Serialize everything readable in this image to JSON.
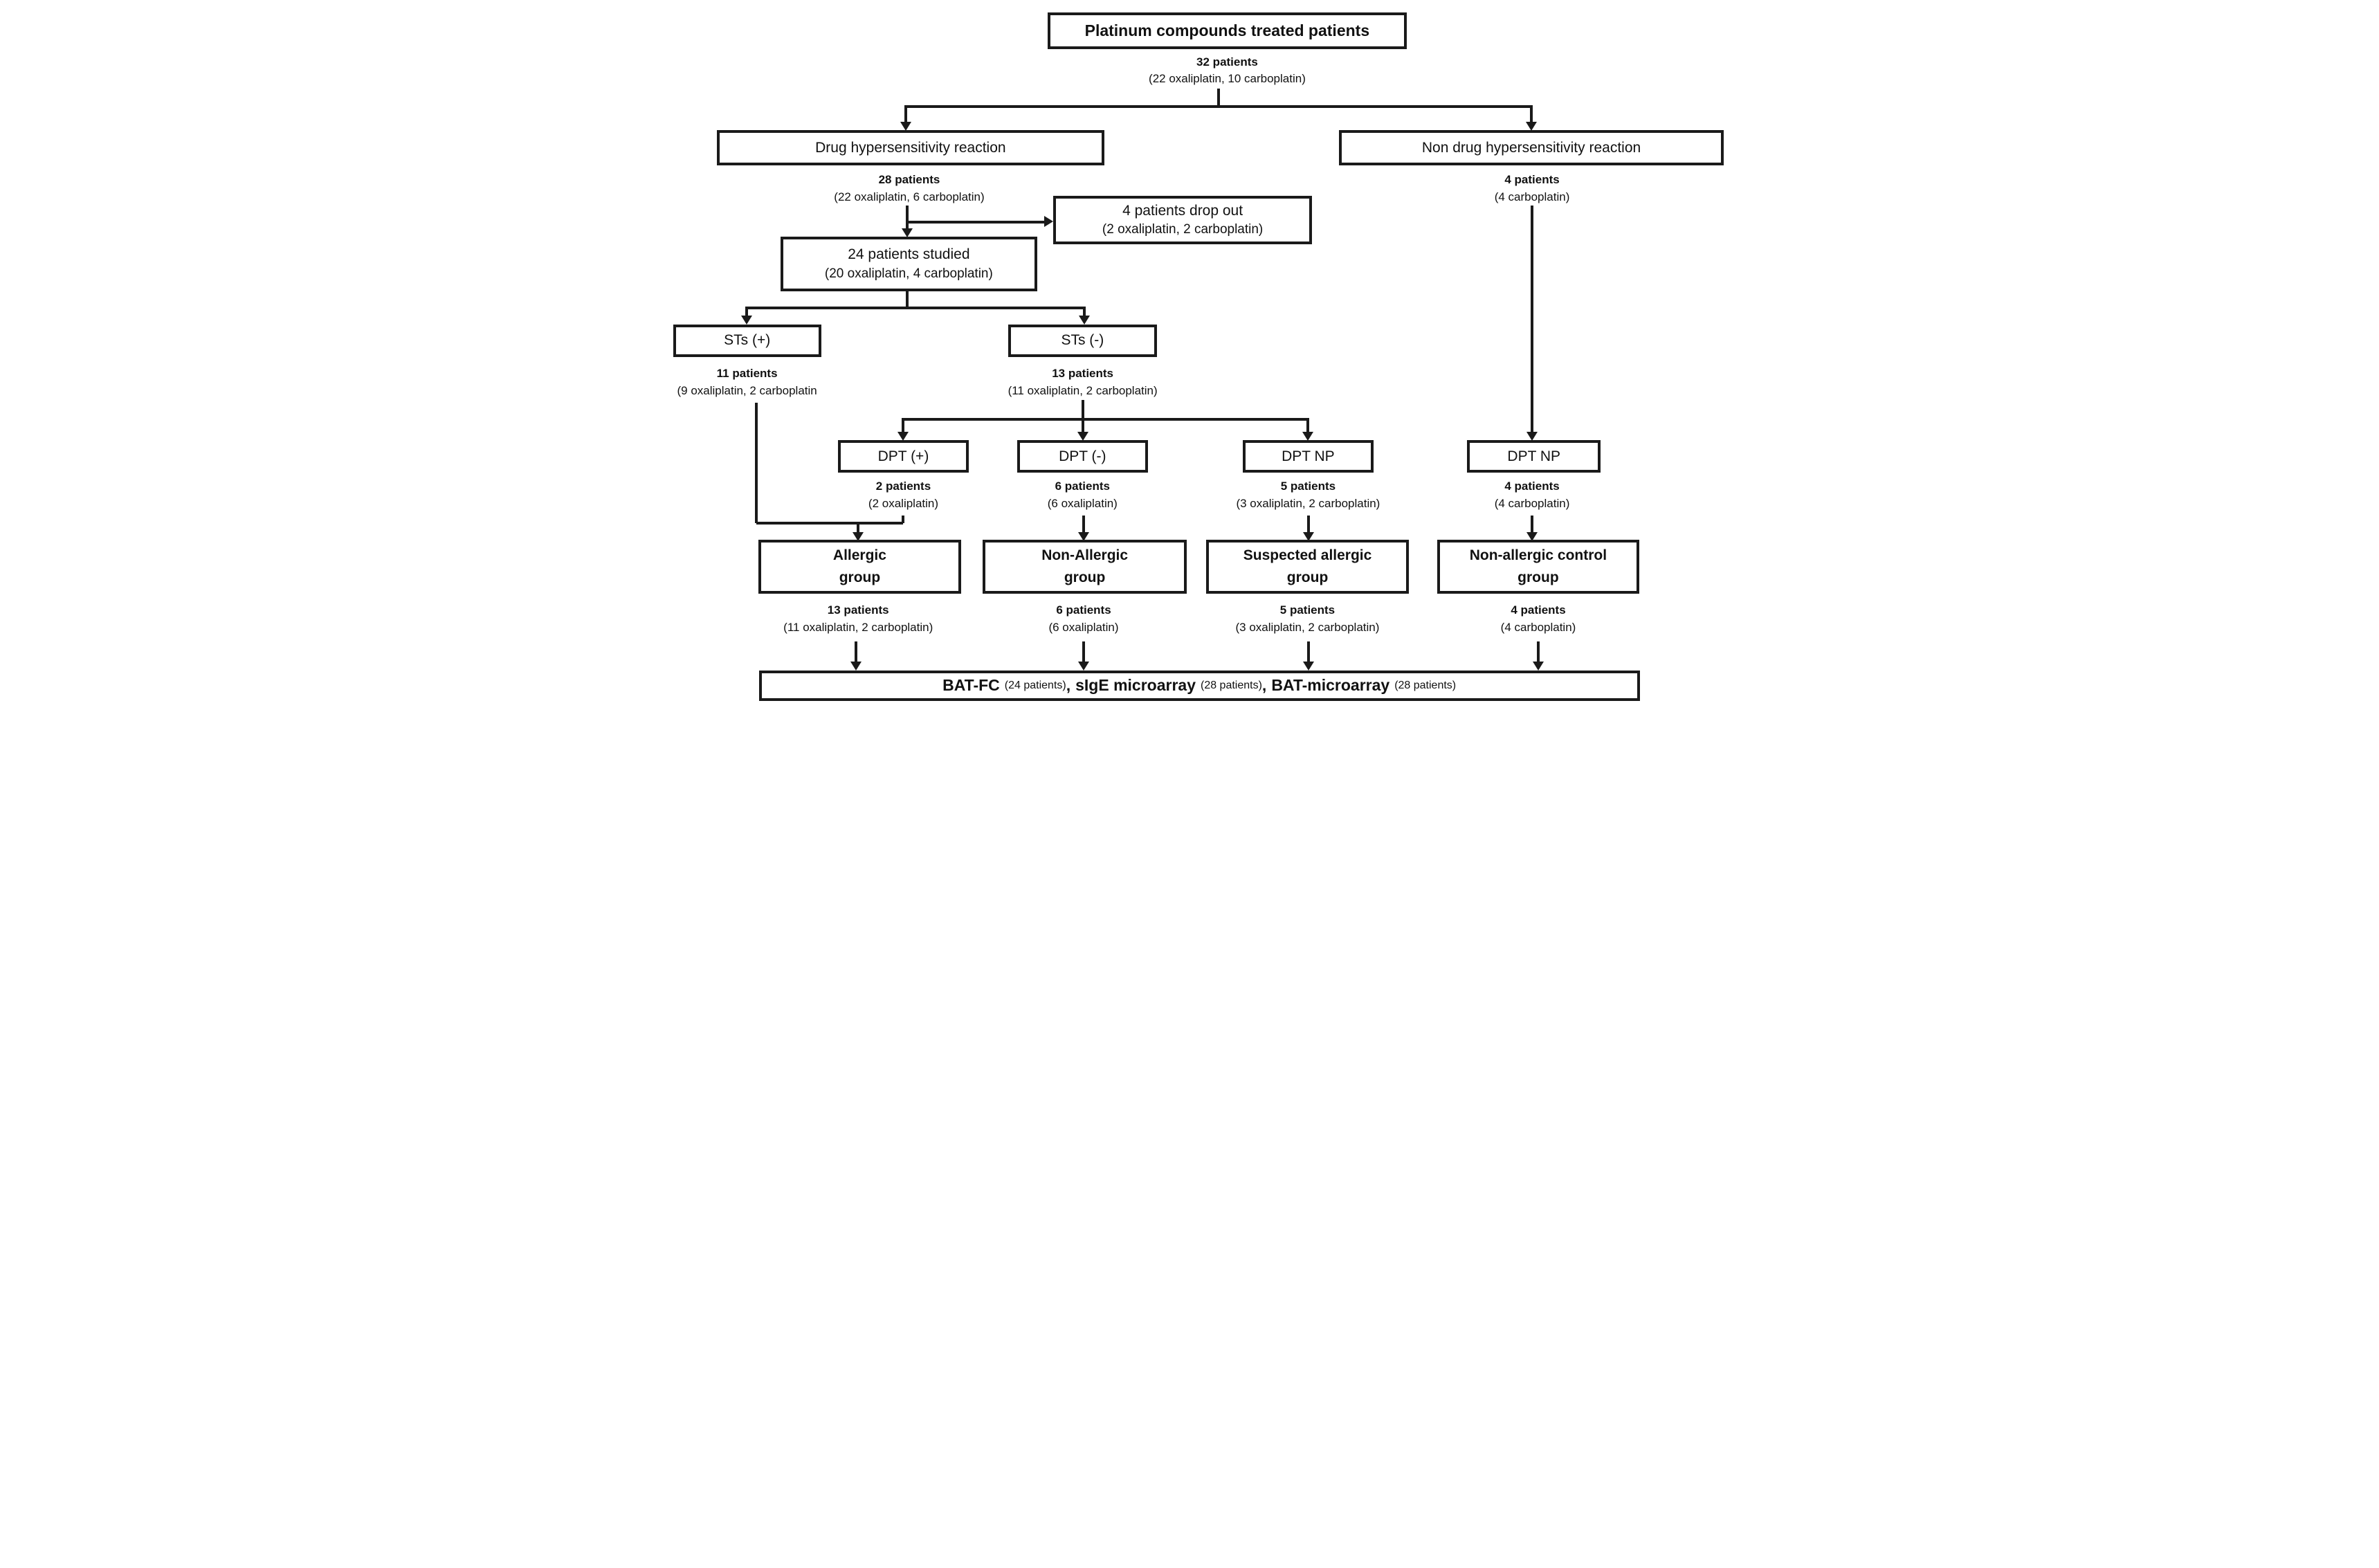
{
  "colors": {
    "ink": "#1a1a1a",
    "paper": "#ffffff"
  },
  "flow": {
    "root": {
      "label": "Platinum compounds treated patients",
      "count": "32 patients",
      "detail": "(22 oxaliplatin, 10 carboplatin)"
    },
    "drug": {
      "label": "Drug hypersensitivity reaction",
      "count": "28 patients",
      "detail": "(22 oxaliplatin, 6 carboplatin)"
    },
    "nondrug": {
      "label": "Non drug hypersensitivity reaction",
      "count": "4 patients",
      "detail": "(4 carboplatin)"
    },
    "dropout": {
      "title": "4 patients drop out",
      "detail": "(2 oxaliplatin, 2 carboplatin)"
    },
    "studied": {
      "title": "24 patients studied",
      "detail": "(20 oxaliplatin, 4 carboplatin)"
    },
    "sts_pos": {
      "label": "STs (+)",
      "count": "11 patients",
      "detail": "(9 oxaliplatin, 2 carboplatin"
    },
    "sts_neg": {
      "label": "STs (-)",
      "count": "13 patients",
      "detail": "(11 oxaliplatin, 2 carboplatin)"
    },
    "dpt_pos": {
      "label": "DPT (+)",
      "count": "2 patients",
      "detail": "(2 oxaliplatin)"
    },
    "dpt_neg": {
      "label": "DPT (-)",
      "count": "6 patients",
      "detail": "(6 oxaliplatin)"
    },
    "dpt_np": {
      "label": "DPT NP",
      "count": "5 patients",
      "detail": "(3 oxaliplatin, 2 carboplatin)"
    },
    "dpt_np_control": {
      "label": "DPT NP",
      "count": "4 patients",
      "detail": "(4 carboplatin)"
    },
    "group_allergic": {
      "line1": "Allergic",
      "line2": "group",
      "count": "13 patients",
      "detail": "(11 oxaliplatin, 2 carboplatin)"
    },
    "group_non_allergic": {
      "line1": "Non-Allergic",
      "line2": "group",
      "count": "6 patients",
      "detail": "(6 oxaliplatin)"
    },
    "group_suspected": {
      "line1": "Suspected allergic",
      "line2": "group",
      "count": "5 patients",
      "detail": "(3 oxaliplatin, 2 carboplatin)"
    },
    "group_control": {
      "line1": "Non-allergic control",
      "line2": "group",
      "count": "4 patients",
      "detail": "(4 carboplatin)"
    },
    "assays": {
      "items": [
        {
          "name": "BAT-FC",
          "detail": "(24 patients)",
          "sep": ","
        },
        {
          "name": "sIgE microarray",
          "detail": "(28 patients)",
          "sep": ","
        },
        {
          "name": "BAT-microarray",
          "detail": "(28 patients)",
          "sep": ""
        }
      ]
    }
  }
}
